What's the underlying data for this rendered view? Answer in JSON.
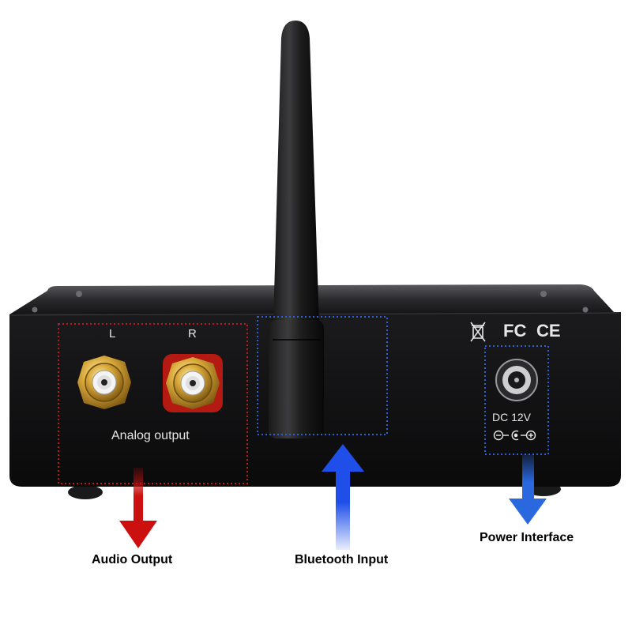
{
  "panel": {
    "channel_left": "L",
    "channel_right": "R",
    "analog_output": "Analog output",
    "dc_rating": "DC 12V",
    "cert_fc": "FC",
    "cert_ce": "CE"
  },
  "callouts": {
    "audio_output": "Audio Output",
    "bluetooth_input": "Bluetooth Input",
    "power_interface": "Power Interface"
  },
  "colors": {
    "audio_box": "#c0181f",
    "audio_arrow": "#cc1010",
    "bluetooth_box": "#2f5fd8",
    "bluetooth_arrow": "#1f4fe8",
    "power_box": "#2f5fd8",
    "power_arrow": "#2a68e0",
    "chassis": "#0f0f10"
  }
}
